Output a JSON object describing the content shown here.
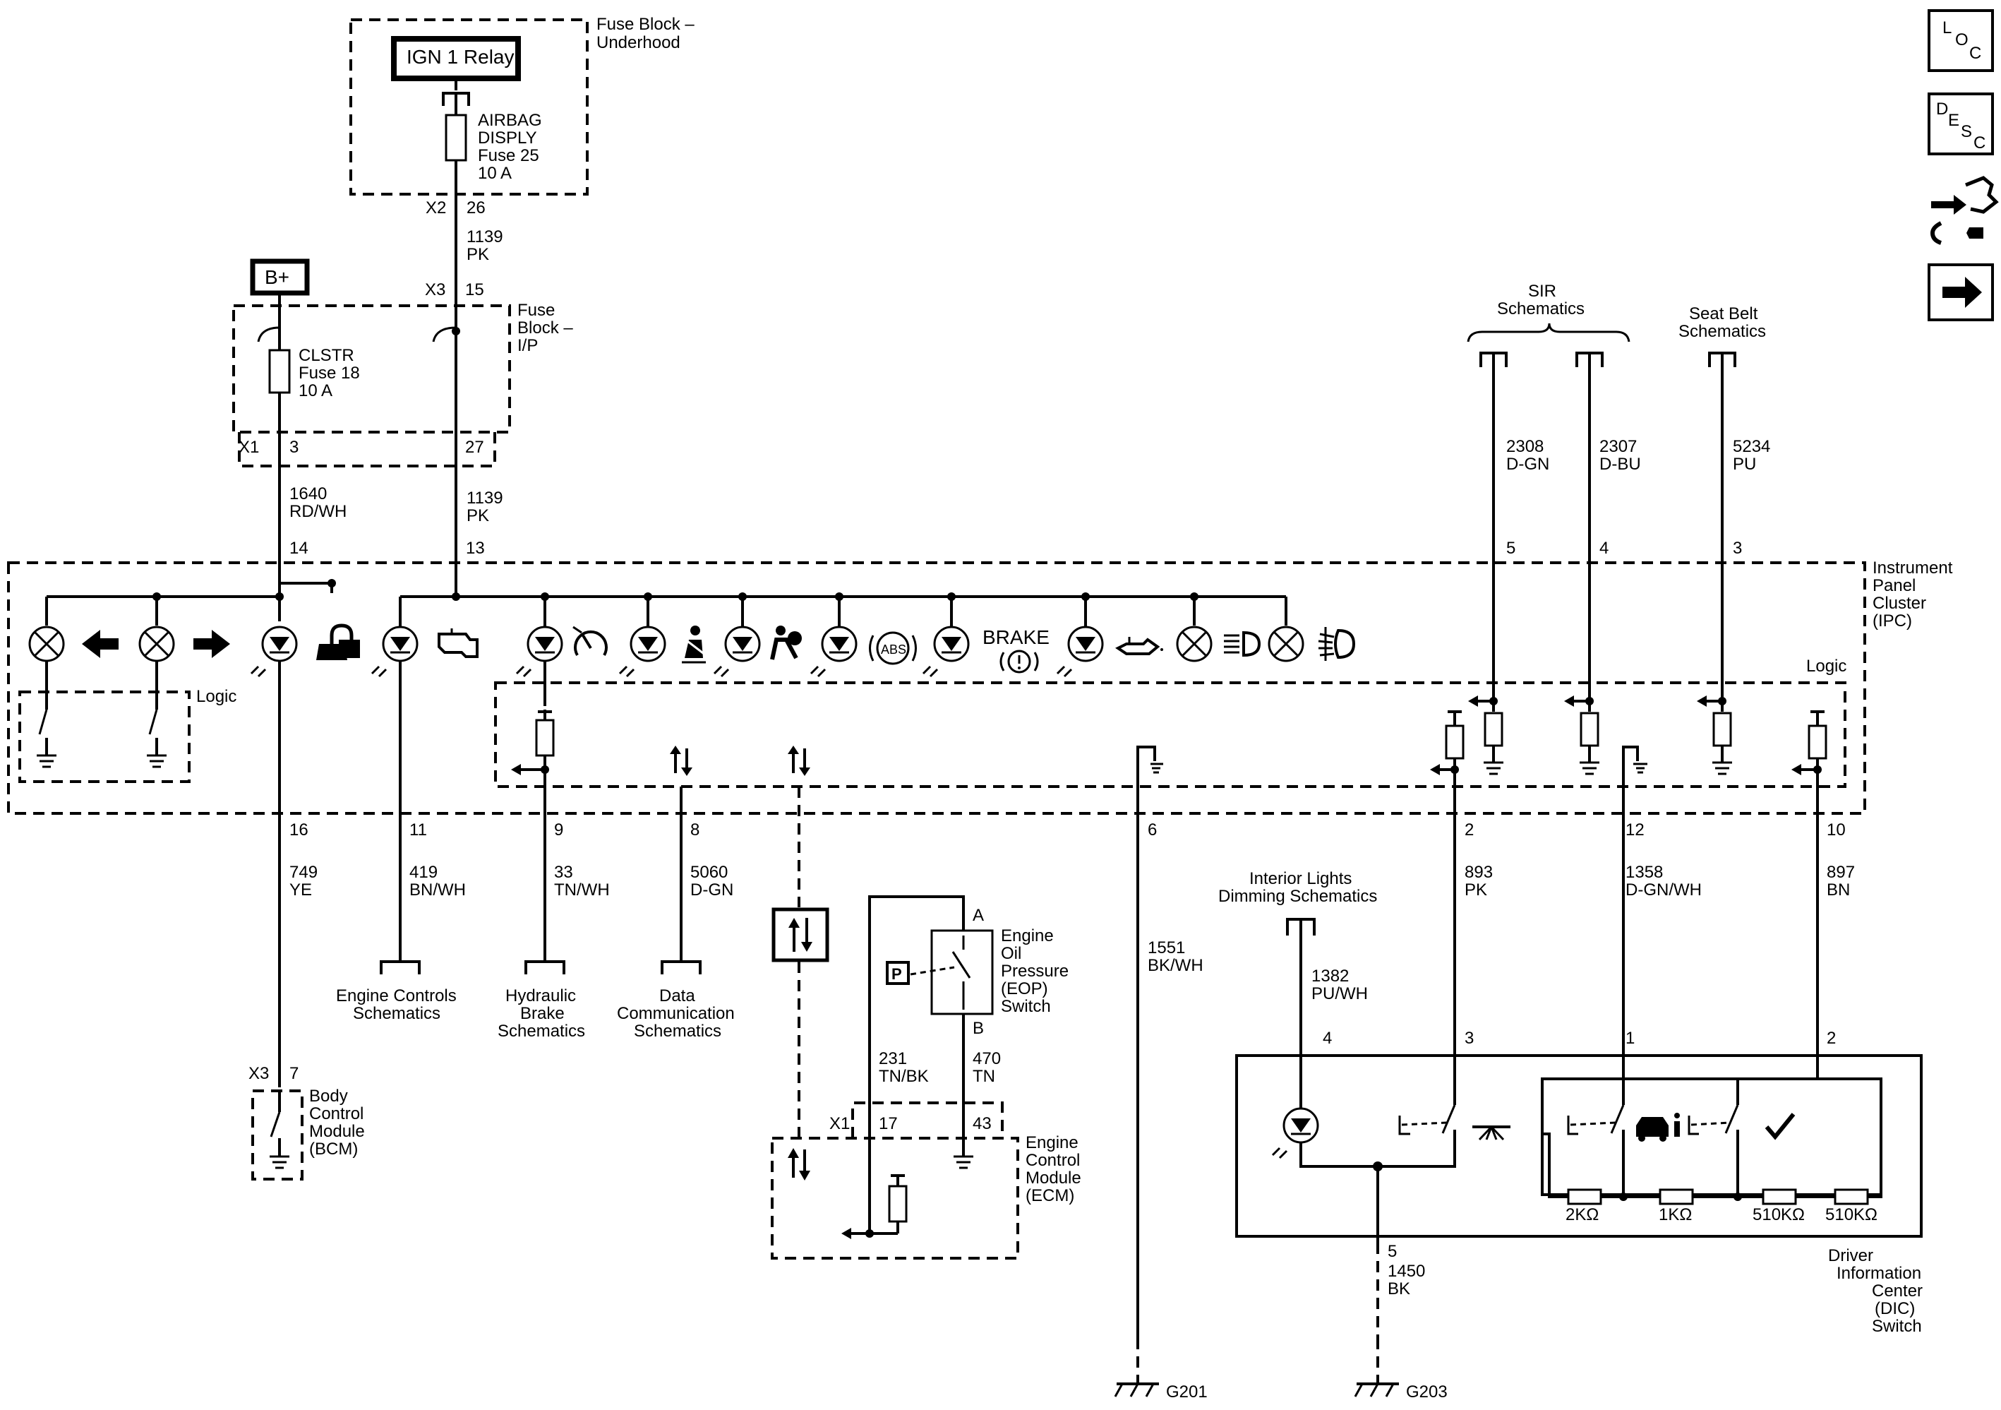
{
  "fuse_block_underhood": {
    "title_1": "Fuse Block –",
    "title_2": "Underhood",
    "relay": "IGN 1 Relay",
    "fuse_1": "AIRBAG",
    "fuse_2": "DISPLY",
    "fuse_3": "Fuse 25",
    "fuse_4": "10 A",
    "conn": "X2",
    "pin": "26"
  },
  "wire_1139_upper": {
    "num": "1139",
    "color": "PK"
  },
  "battery": {
    "label": "B+"
  },
  "fuse_block_ip": {
    "title_1": "Fuse",
    "title_2": "Block –",
    "title_3": "I/P",
    "conn_in": "X3",
    "pin_in": "15",
    "fuse_1": "CLSTR",
    "fuse_2": "Fuse 18",
    "fuse_3": "10 A",
    "conn_out": "X1",
    "pin_out_a": "3",
    "pin_out_b": "27"
  },
  "wire_1640": {
    "num": "1640",
    "color": "RD/WH"
  },
  "wire_1139_lower": {
    "num": "1139",
    "color": "PK"
  },
  "ipc": {
    "title_1": "Instrument",
    "title_2": "Panel",
    "title_3": "Cluster",
    "title_4": "(IPC)",
    "pin_14": "14",
    "pin_13": "13",
    "pin_5": "5",
    "pin_4": "4",
    "pin_3": "3",
    "logic_left": "Logic",
    "logic_right": "Logic",
    "brake_label": "BRAKE",
    "abs_label": "ABS",
    "pin_16": "16",
    "pin_11": "11",
    "pin_9": "9",
    "pin_8": "8",
    "pin_6": "6",
    "pin_2": "2",
    "pin_12": "12",
    "pin_10": "10"
  },
  "sir": {
    "title_1": "SIR",
    "title_2": "Schematics",
    "wire_a_num": "2308",
    "wire_a_color": "D-GN",
    "wire_b_num": "2307",
    "wire_b_color": "D-BU"
  },
  "seat_belt": {
    "title_1": "Seat Belt",
    "title_2": "Schematics",
    "wire_num": "5234",
    "wire_color": "PU"
  },
  "lower_wires": {
    "w749_num": "749",
    "w749_color": "YE",
    "w419_num": "419",
    "w419_color": "BN/WH",
    "w33_num": "33",
    "w33_color": "TN/WH",
    "w5060_num": "5060",
    "w5060_color": "D-GN",
    "w1551_num": "1551",
    "w1551_color": "BK/WH",
    "w893_num": "893",
    "w893_color": "PK",
    "w1358_num": "1358",
    "w1358_color": "D-GN/WH",
    "w897_num": "897",
    "w897_color": "BN"
  },
  "refs": {
    "engine_controls_1": "Engine Controls",
    "engine_controls_2": "Schematics",
    "hydraulic_1": "Hydraulic",
    "hydraulic_2": "Brake",
    "hydraulic_3": "Schematics",
    "data_comm_1": "Data",
    "data_comm_2": "Communication",
    "data_comm_3": "Schematics"
  },
  "bcm": {
    "conn": "X3",
    "pin": "7",
    "title_1": "Body",
    "title_2": "Control",
    "title_3": "Module",
    "title_4": "(BCM)"
  },
  "eop": {
    "pin_a": "A",
    "pin_b": "B",
    "p_label": "P",
    "title_1": "Engine",
    "title_2": "Oil",
    "title_3": "Pressure",
    "title_4": "(EOP)",
    "title_5": "Switch"
  },
  "ecm_wires": {
    "w231_num": "231",
    "w231_color": "TN/BK",
    "w470_num": "470",
    "w470_color": "TN"
  },
  "ecm": {
    "conn": "X1",
    "pin_17": "17",
    "pin_43": "43",
    "title_1": "Engine",
    "title_2": "Control",
    "title_3": "Module",
    "title_4": "(ECM)"
  },
  "interior_lights": {
    "title_1": "Interior Lights",
    "title_2": "Dimming Schematics",
    "wire_num": "1382",
    "wire_color": "PU/WH"
  },
  "dic": {
    "pin_4": "4",
    "pin_3": "3",
    "pin_1": "1",
    "pin_2": "2",
    "pin_5": "5",
    "r1": "2KΩ",
    "r2": "1KΩ",
    "r3": "510KΩ",
    "r4": "510KΩ",
    "title_1": "Driver",
    "title_2": "Information",
    "title_3": "Center",
    "title_4": "(DIC)",
    "title_5": "Switch"
  },
  "wire_1450": {
    "num": "1450",
    "color": "BK"
  },
  "grounds": {
    "g201": "G201",
    "g203": "G203"
  },
  "side_buttons": {
    "loc_1": "L",
    "loc_2": "O",
    "loc_3": "C",
    "desc_1": "D",
    "desc_2": "E",
    "desc_3": "S",
    "desc_4": "C"
  }
}
